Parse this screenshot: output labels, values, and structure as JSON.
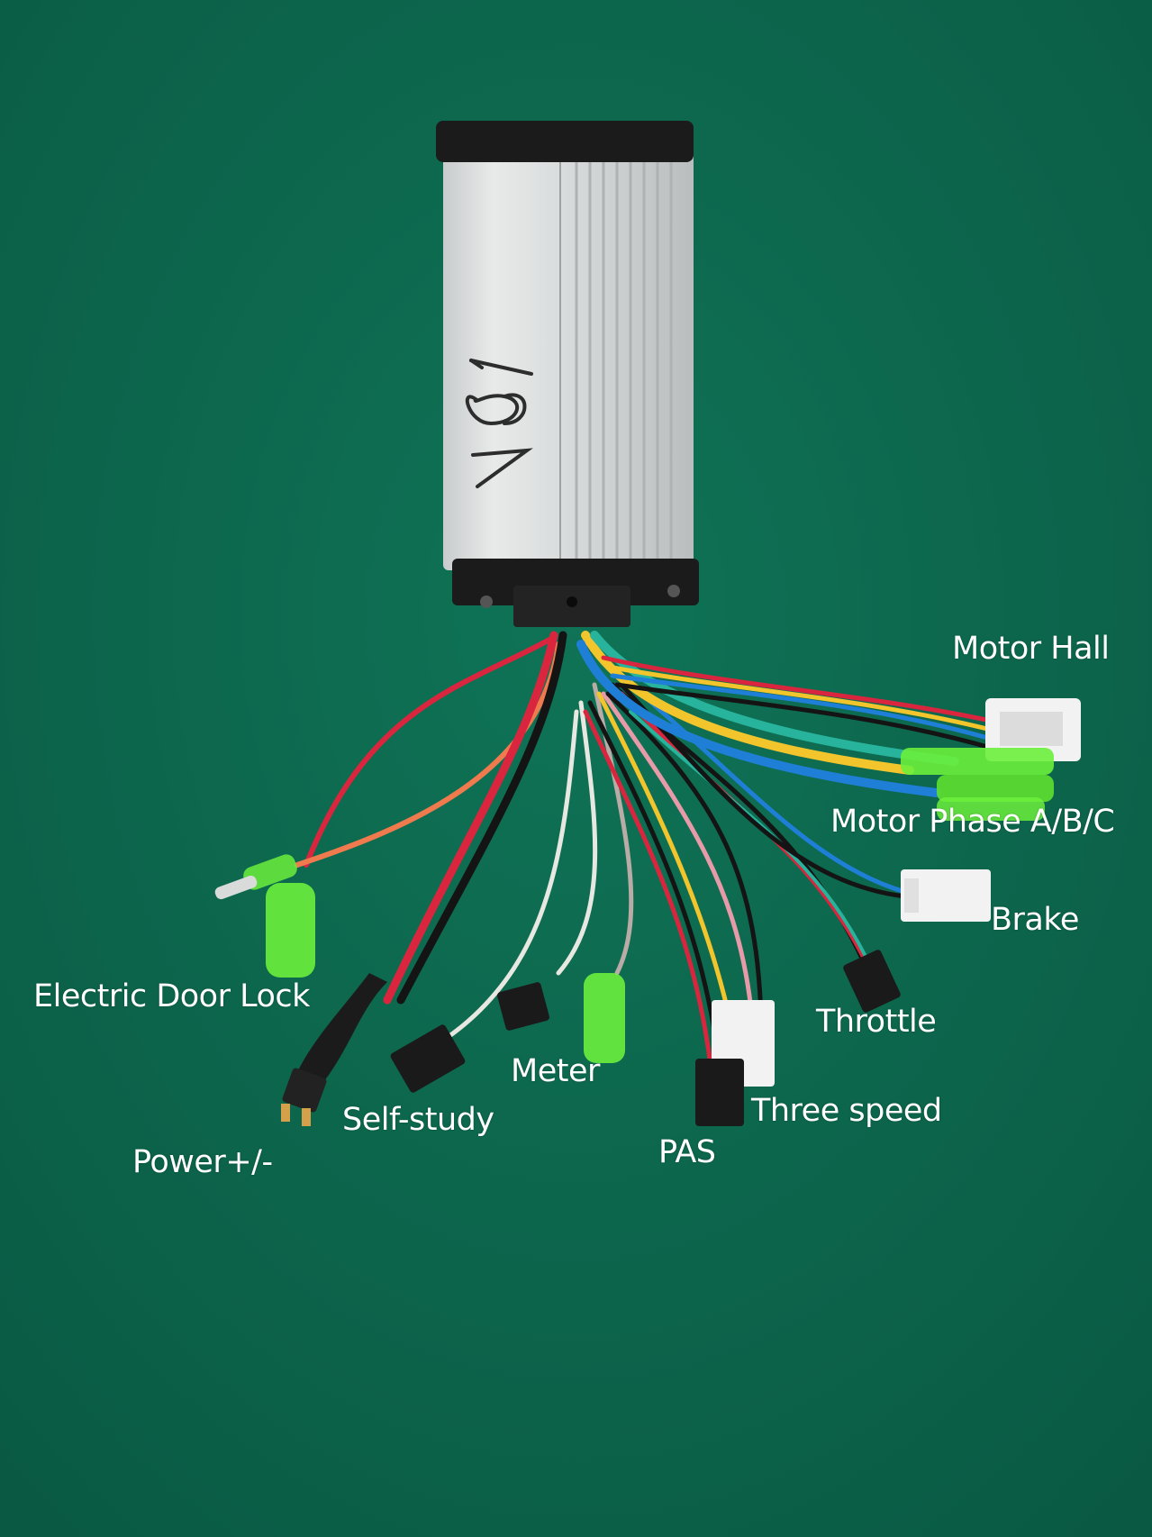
{
  "image": {
    "kind": "photo",
    "colors": {
      "mat": "#0d6a4f",
      "mat_dark": "#0a5a43",
      "housing": "#d9dbdb",
      "end_cap": "#1b1b1b",
      "connector_green": "#6cf03c",
      "connector_white": "#f2f2f2",
      "label_text": "#ffffff"
    },
    "wire_colors": {
      "red": "#d9263e",
      "orange": "#ee7a4e",
      "black": "#141414",
      "white": "#e8e8e2",
      "grey": "#b9aba6",
      "yellow": "#f2c52d",
      "green": "#27b39c",
      "blue": "#1f7fd6",
      "pink": "#e79aa8"
    },
    "housing_marking": "187"
  },
  "labels": {
    "motor_hall": "Motor Hall",
    "motor_phase": "Motor Phase A/B/C",
    "brake": "Brake",
    "throttle": "Throttle",
    "three_speed": "Three speed",
    "pas": "PAS",
    "meter": "Meter",
    "self_study": "Self-study",
    "power": "Power+/-",
    "electric_door_lock": "Electric Door Lock"
  }
}
